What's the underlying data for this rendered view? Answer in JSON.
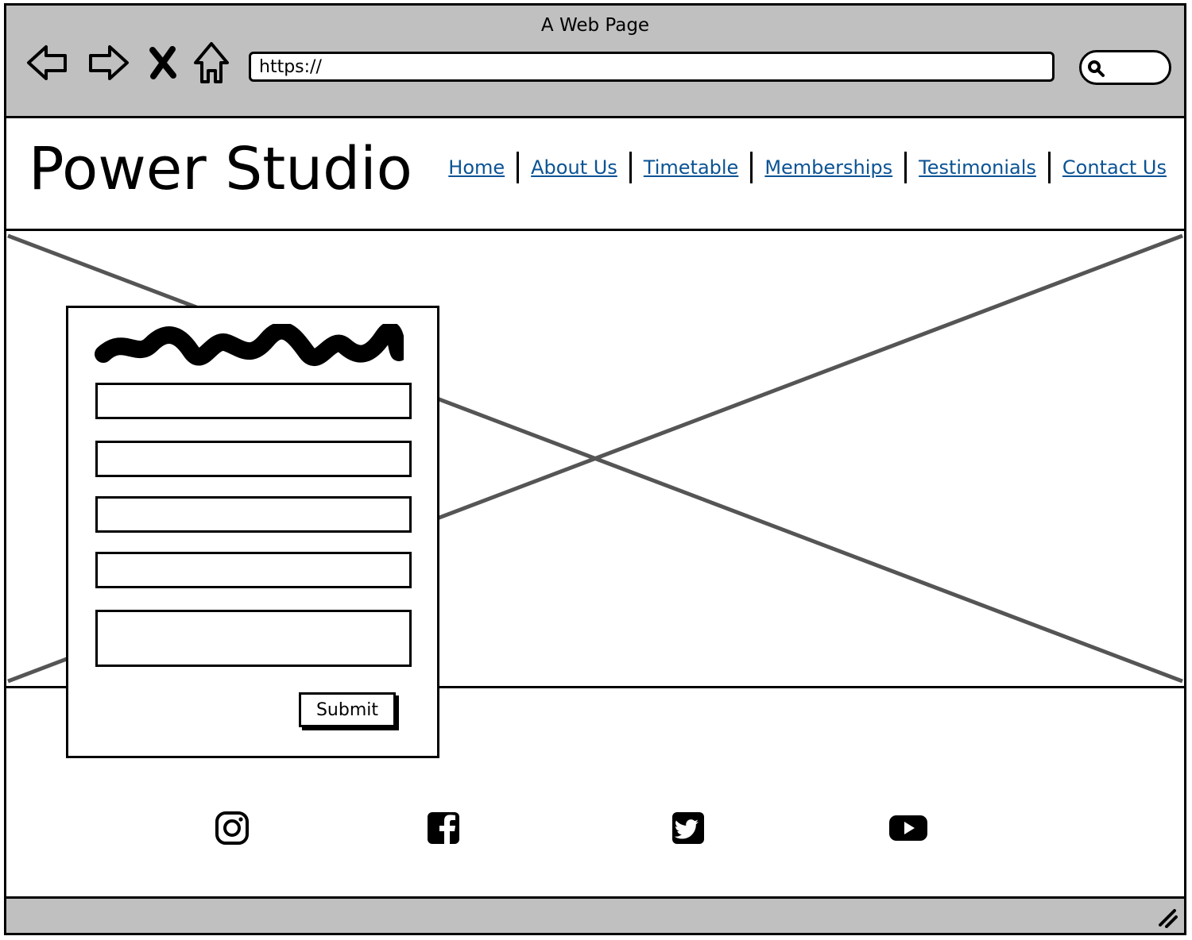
{
  "window": {
    "title": "A Web Page"
  },
  "browser": {
    "url": "https://",
    "icons": {
      "back": "back-arrow-icon",
      "forward": "forward-arrow-icon",
      "stop": "close-icon",
      "home": "home-icon",
      "search": "search-icon"
    }
  },
  "site": {
    "brand": "Power Studio",
    "nav": [
      {
        "label": "Home"
      },
      {
        "label": "About Us"
      },
      {
        "label": "Timetable"
      },
      {
        "label": "Memberships"
      },
      {
        "label": "Testimonials"
      },
      {
        "label": "Contact Us"
      }
    ],
    "link_color": "#0b5394"
  },
  "form": {
    "submit_label": "Submit"
  },
  "footer": {
    "social": [
      "instagram-icon",
      "facebook-icon",
      "twitter-icon",
      "youtube-icon"
    ]
  },
  "colors": {
    "chrome": "#c0c0c0",
    "placeholder_lines": "#555555",
    "ink": "#000000"
  }
}
